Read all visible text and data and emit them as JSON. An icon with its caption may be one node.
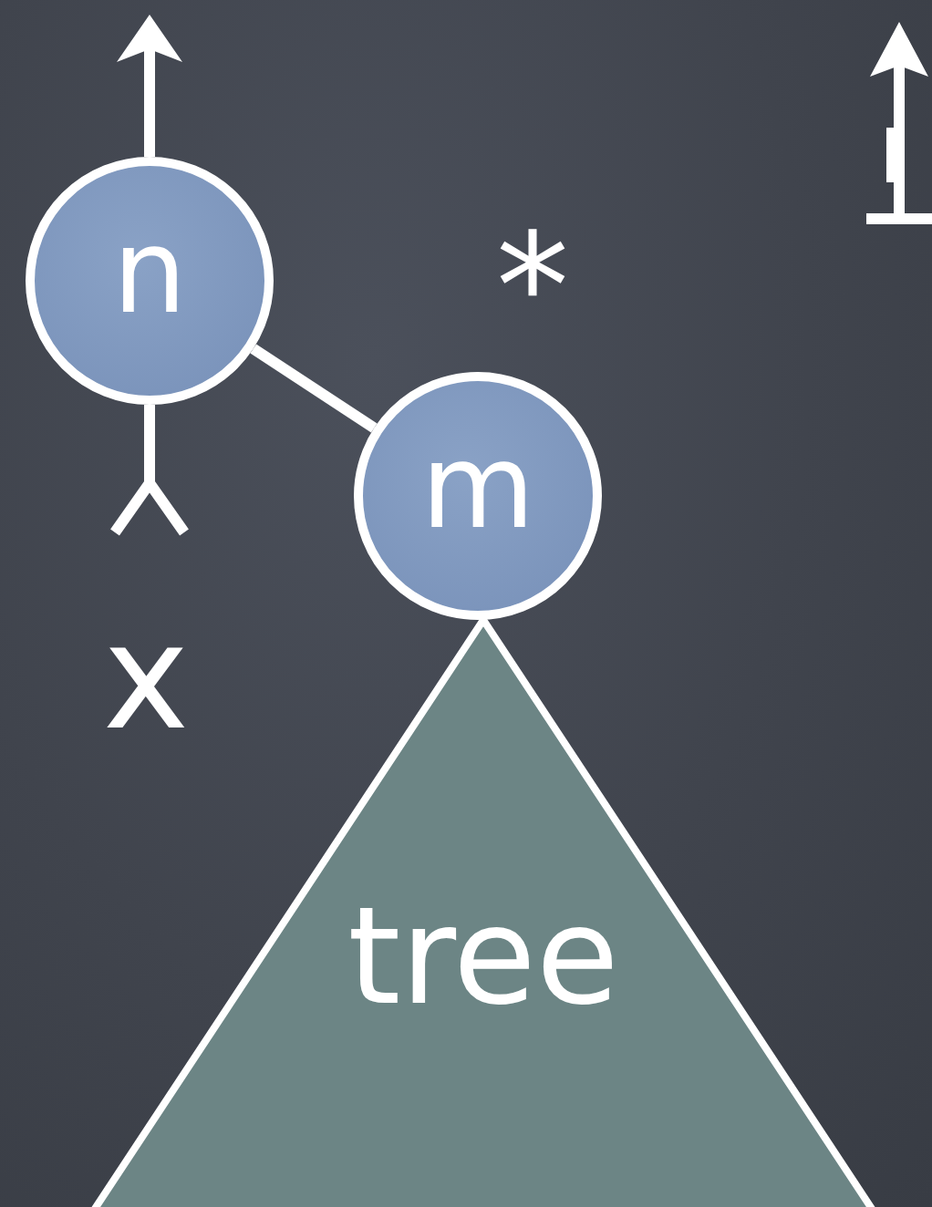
{
  "diagram": {
    "nodes": [
      {
        "text": [
          "n"
        ]
      },
      {
        "text": [
          "m"
        ]
      },
      {
        "text": [
          "tree"
        ]
      }
    ],
    "edges": [
      {
        "from": 0,
        "to": 1,
        "arrow": "none"
      },
      {
        "from": 0,
        "to": null,
        "arrow": "to"
      },
      {
        "from": 0,
        "to": null,
        "arrow": "other"
      }
    ],
    "labels": [
      "*",
      "x"
    ]
  }
}
